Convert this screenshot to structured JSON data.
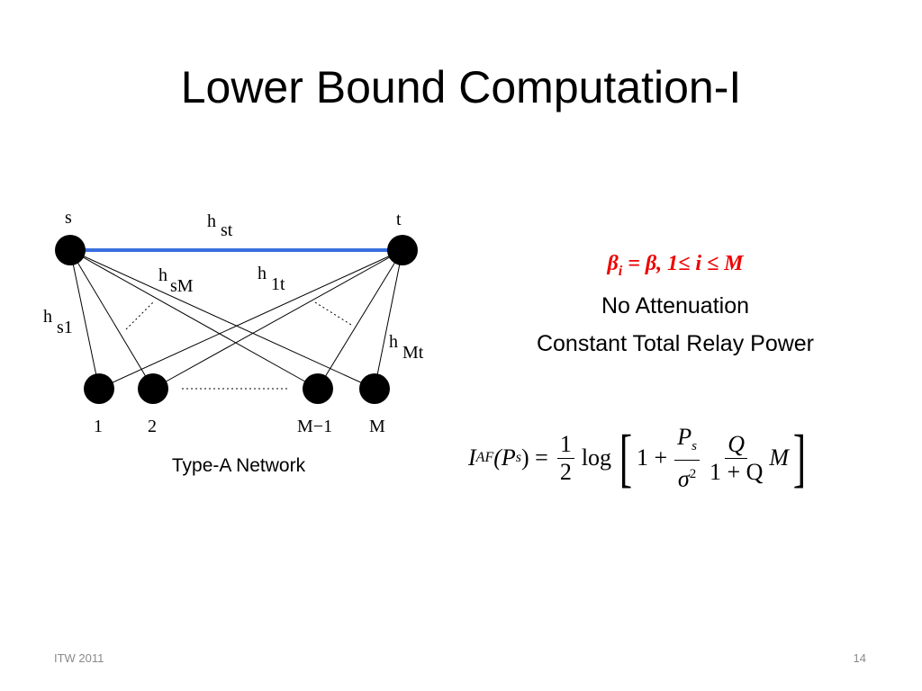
{
  "title": "Lower Bound Computation-I",
  "diagram": {
    "nodes": {
      "source": "s",
      "target": "t",
      "relay_1": "1",
      "relay_2": "2",
      "relay_m_minus_1": "M−1",
      "relay_m": "M"
    },
    "edge_labels": {
      "h_st": {
        "base": "h",
        "sub": "st"
      },
      "h_sM": {
        "base": "h",
        "sub": "sM"
      },
      "h_1t": {
        "base": "h",
        "sub": "1t"
      },
      "h_s1": {
        "base": "h",
        "sub": "s1"
      },
      "h_Mt": {
        "base": "h",
        "sub": "Mt"
      }
    },
    "colors": {
      "direct_link": "#3a6fe0",
      "nodes": "#000000"
    },
    "caption": "Type-A Network"
  },
  "condition": {
    "beta": "β",
    "sub": "i",
    "rest": " = β, 1≤ i ≤ M",
    "color": "#ee0000"
  },
  "notes": [
    "No Attenuation",
    "Constant Total Relay Power"
  ],
  "formula": {
    "lhs": "I",
    "lhs_sub": "AF",
    "lhs_arg": "(P",
    "lhs_arg_sub": "s",
    "lhs_close": ") =",
    "half_num": "1",
    "half_den": "2",
    "log": "log",
    "one_plus": "1 +",
    "ps_num": "P",
    "ps_num_sub": "s",
    "sigma_den": "σ",
    "sigma_sup": "2",
    "q_num": "Q",
    "q_den": "1 + Q",
    "m": "M"
  },
  "footer": {
    "left": "ITW 2011",
    "right": "14"
  }
}
